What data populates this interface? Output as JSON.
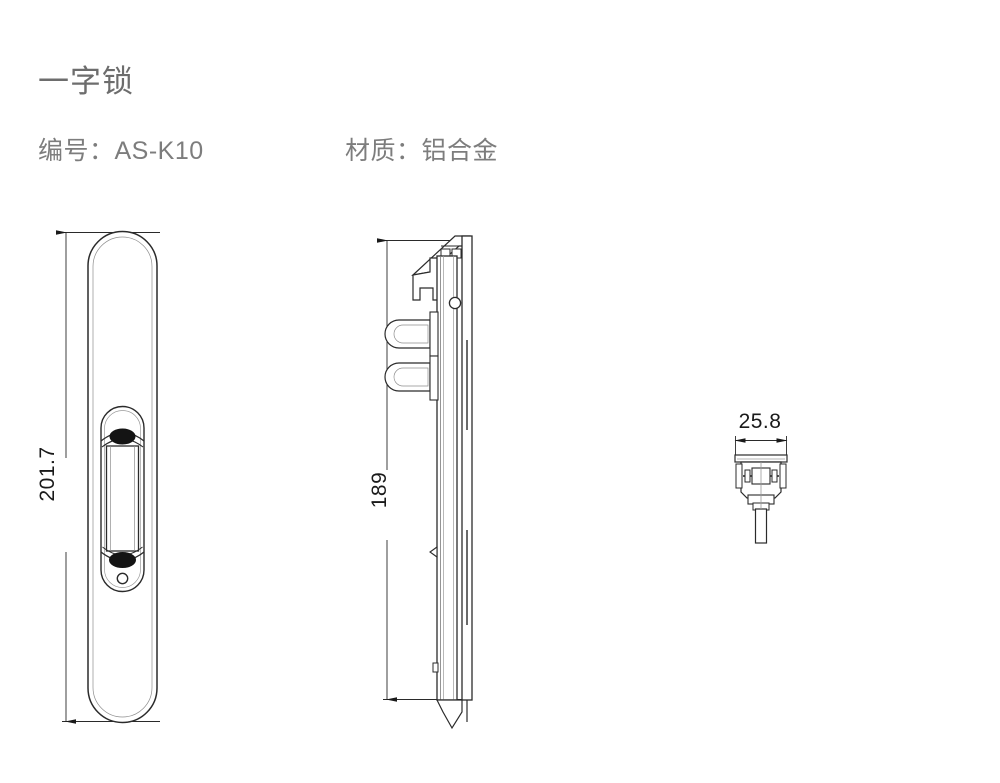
{
  "header": {
    "title": "一字锁",
    "model_label": "编号：",
    "model_value": "AS-K10",
    "model_full": "编号：AS-K10",
    "material_label": "材质：",
    "material_value": "铝合金",
    "material_full": "材质：铝合金",
    "title_color": "#6d6d6d",
    "meta_color": "#7d7d7d"
  },
  "drawing": {
    "background": "#ffffff",
    "line_color": "#1a1a1a",
    "thin_line_color": "#5a5a5a",
    "fill_color": "#ffffff",
    "views": [
      {
        "name": "front-view",
        "description": "一字锁正视图 — 圆角长条锁体，中部凹槽内含把手与钥匙孔",
        "dimension": "201.7",
        "dimension_orientation": "vertical"
      },
      {
        "name": "side-view",
        "description": "一字锁侧视图 — 面板、顶部挂钩支架、两个方形锁舌、底部斜切端",
        "dimension": "189",
        "dimension_orientation": "vertical"
      },
      {
        "name": "detail-view",
        "description": "锁芯局部剖视图 — 法兰盘、锁体与传动轴",
        "dimension": "25.8",
        "dimension_orientation": "horizontal"
      }
    ]
  },
  "dimensions": {
    "front_height": "201.7",
    "side_height": "189",
    "detail_width": "25.8"
  }
}
